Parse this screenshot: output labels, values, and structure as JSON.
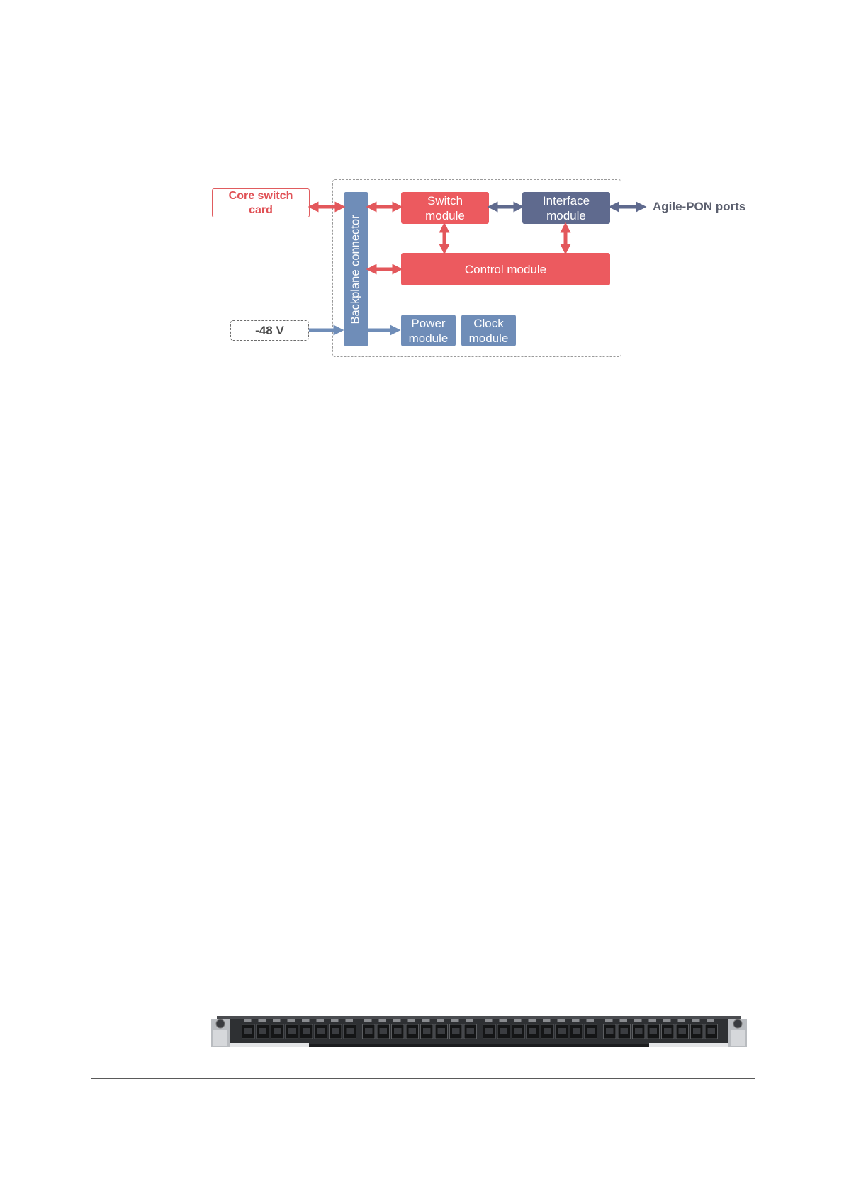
{
  "diagram": {
    "core_switch_card": "Core switch\ncard",
    "voltage": "-48 V",
    "backplane_connector": "Backplane connector",
    "switch_module": "Switch\nmodule",
    "interface_module": "Interface\nmodule",
    "control_module": "Control module",
    "power_module": "Power\nmodule",
    "clock_module": "Clock\nmodule",
    "ports_label": "Agile-PON ports"
  },
  "colors": {
    "red_module": "#ec5a5f",
    "blue_module": "#6f8db8",
    "navy_module": "#5f6a8e",
    "red_arrow": "#e3575b",
    "navy_arrow": "#5f6a8e",
    "blue_arrow": "#6f8db8"
  },
  "board": {
    "port_count": 32
  }
}
